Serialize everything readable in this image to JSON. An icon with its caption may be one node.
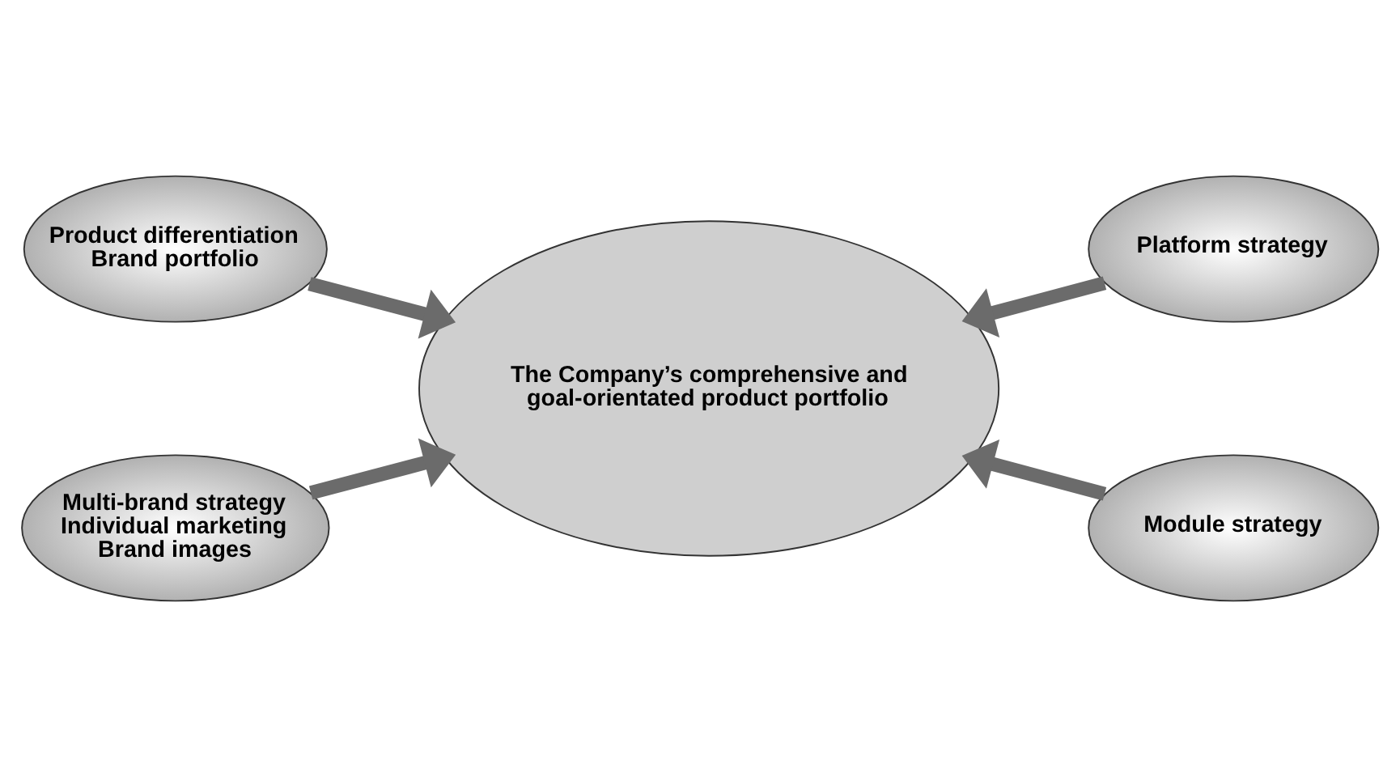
{
  "diagram": {
    "nodes": [
      {
        "text": [
          "Product differentiation",
          "Brand portfolio"
        ]
      },
      {
        "text": [
          "Platform strategy"
        ]
      },
      {
        "text": [
          "The Company’s comprehensive and goal-orientated product portfolio"
        ]
      },
      {
        "text": [
          "Multi-brand strategy",
          "Individual marketing",
          "Brand images"
        ]
      },
      {
        "text": [
          "Module strategy"
        ]
      }
    ],
    "edges": [
      {
        "from": 0,
        "to": 2,
        "arrow": "to"
      },
      {
        "from": 1,
        "to": 2,
        "arrow": "to"
      },
      {
        "from": 3,
        "to": 2,
        "arrow": "to"
      },
      {
        "from": 4,
        "to": 2,
        "arrow": "to"
      }
    ]
  }
}
